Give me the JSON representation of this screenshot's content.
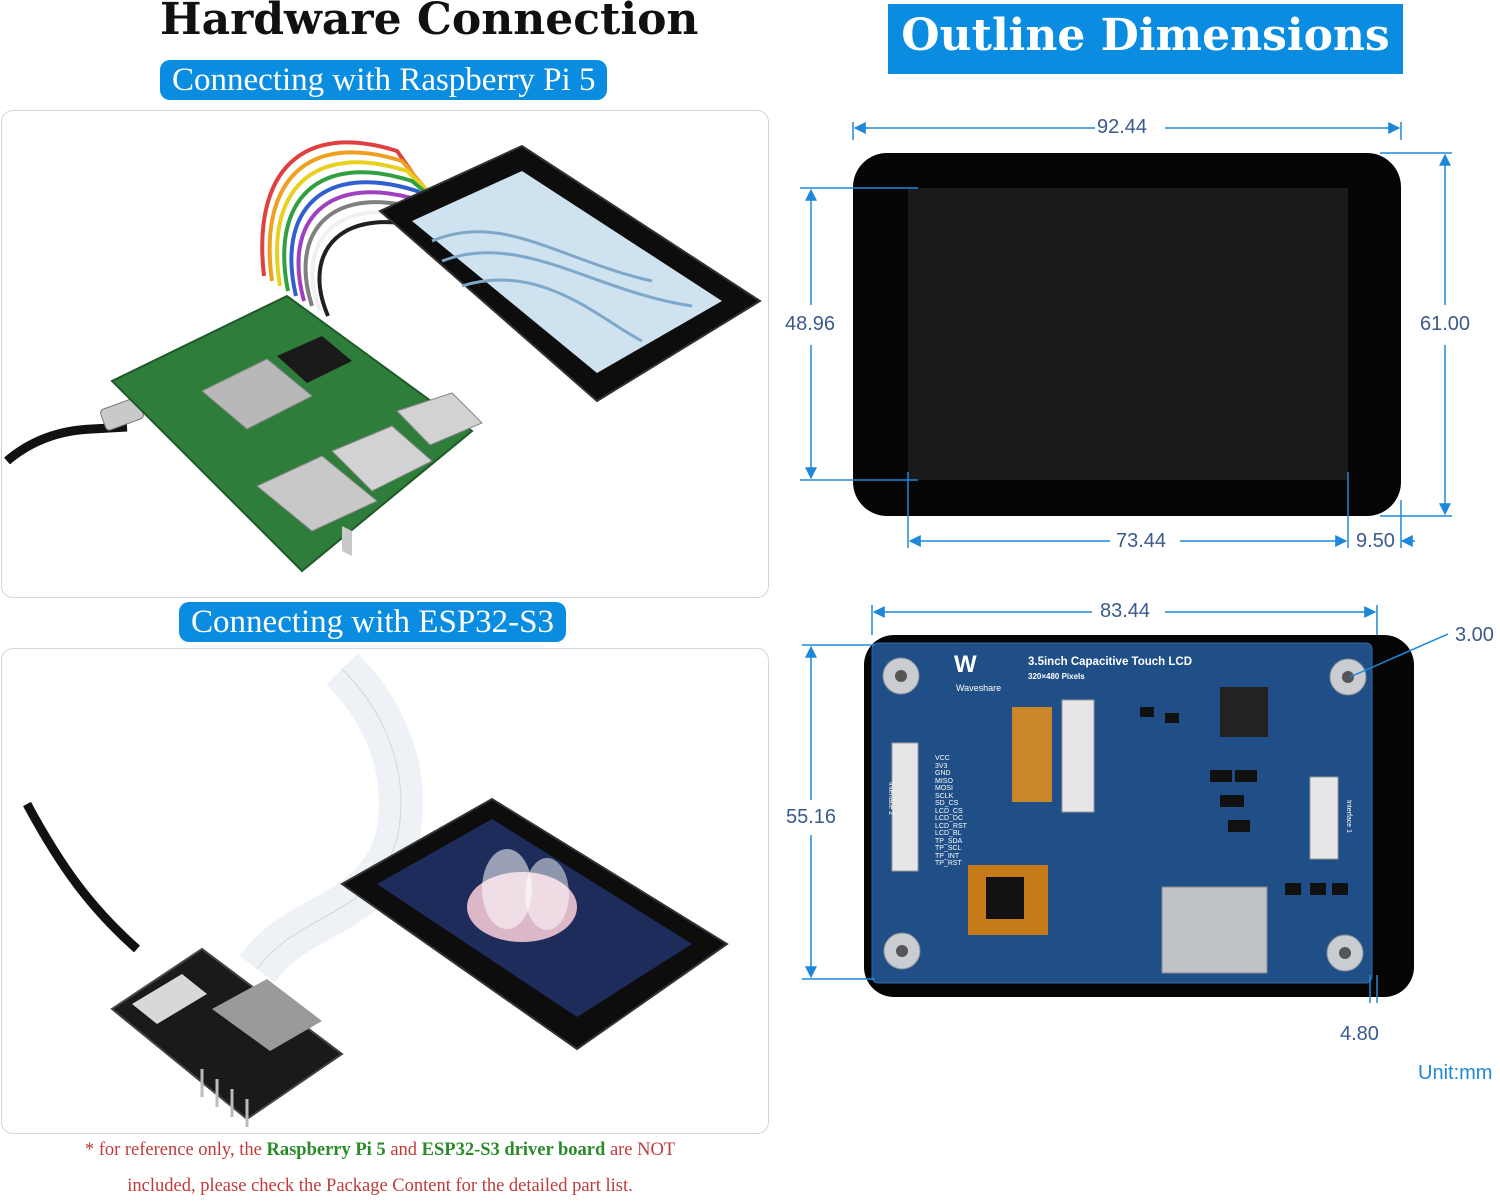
{
  "left": {
    "title": "Hardware Connection",
    "pi_label": "Connecting with Raspberry Pi 5",
    "esp_label": "Connecting with ESP32-S3",
    "note": {
      "prefix": "* for reference only, the ",
      "item1": "Raspberry Pi 5",
      "and": " and ",
      "item2": "ESP32-S3 driver board",
      "suffix": " are NOT",
      "line2": "included, please check the Package Content for the detailed part list."
    }
  },
  "right": {
    "title": "Outline Dimensions",
    "front_dims": {
      "total_width": "92.44",
      "screen_height": "48.96",
      "total_height": "61.00",
      "screen_width": "73.44",
      "right_margin": "9.50"
    },
    "back_dims": {
      "board_width": "83.44",
      "hole_dia": "3.00",
      "board_height": "55.16",
      "offset": "4.80"
    },
    "board": {
      "logo": "Waveshare",
      "name": "3.5inch Capacitive Touch LCD",
      "resolution": "320×480 Pixels",
      "interface1": "Interface 1",
      "interface2": "Interface 2",
      "pins": [
        "VCC",
        "3V3",
        "GND",
        "MISO",
        "MOSI",
        "SCLK",
        "SD_CS",
        "LCD_CS",
        "LCD_DC",
        "LCD_RST",
        "LCD_BL",
        "TP_SDA",
        "TP_SCL",
        "TP_INT",
        "TP_RST"
      ]
    },
    "unit": "Unit:mm"
  },
  "colors": {
    "accent": "#0a8de0",
    "dimension_line": "#1e88d8",
    "board": "#1f4f86",
    "note_red": "#c23a3a",
    "note_green": "#2a8a2a"
  }
}
